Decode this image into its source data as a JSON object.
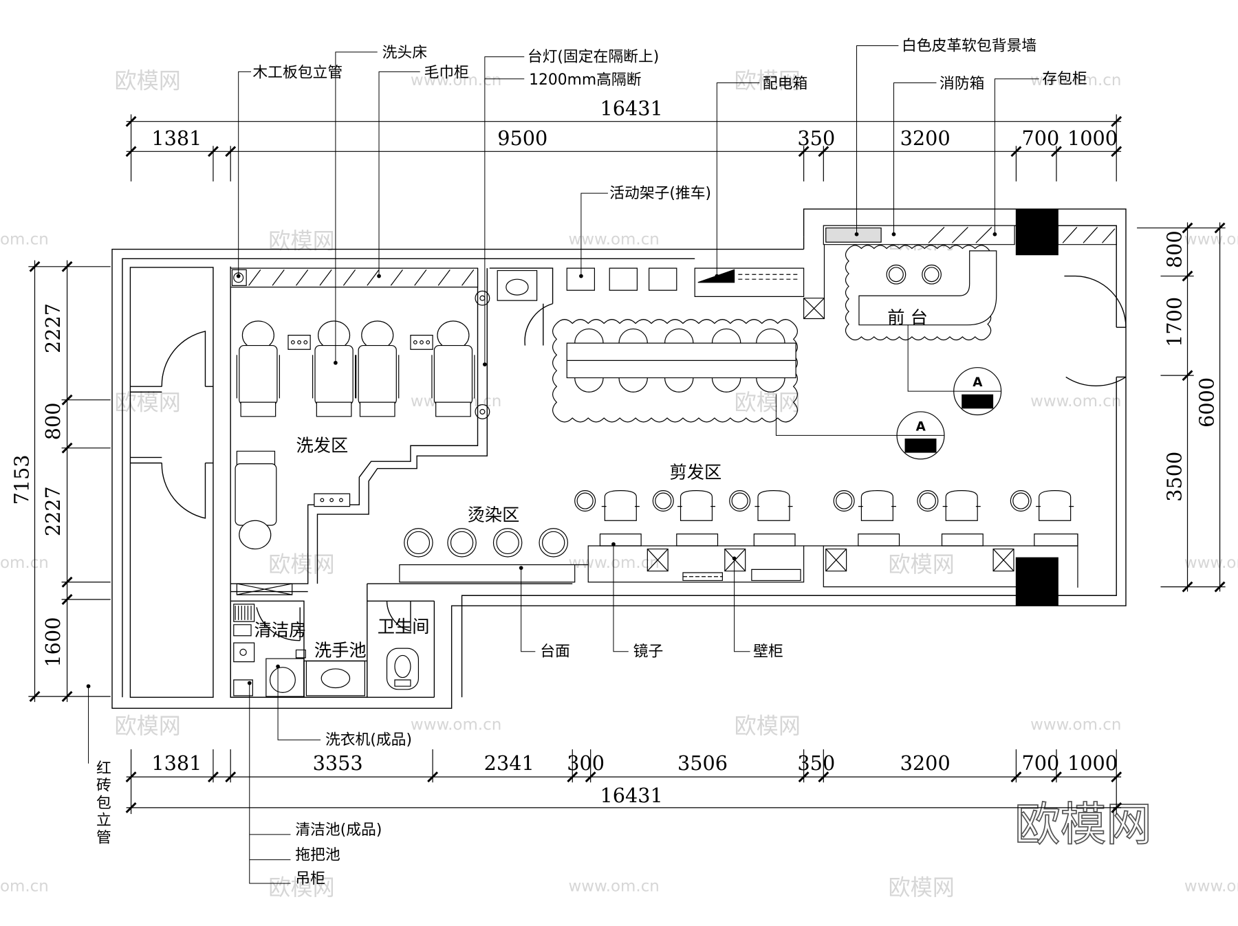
{
  "dimensions": {
    "top_total": "16431",
    "top_segments": [
      "1381",
      "9500",
      "350",
      "3200",
      "700",
      "1000"
    ],
    "bottom_segments": [
      "1381",
      "3353",
      "2341",
      "300",
      "3506",
      "350",
      "3200",
      "700",
      "1000"
    ],
    "bottom_total": "16431",
    "left_total": "7153",
    "left_segments": [
      "2227",
      "800",
      "2227",
      "1600"
    ],
    "right_total": "6000",
    "right_segments": [
      "800",
      "1700",
      "3500"
    ]
  },
  "zones": {
    "wash": "洗发区",
    "cut": "剪发区",
    "perm": "烫染区",
    "reception": "前 台",
    "cleaning": "清洁房",
    "handwash": "洗手池",
    "toilet": "卫生间"
  },
  "callouts": {
    "wood_pipe": "木工板包立管",
    "wash_bed": "洗头床",
    "towel_cabinet": "毛巾柜",
    "desk_lamp": "台灯(固定在隔断上)",
    "partition": "1200mm高隔断",
    "white_wall": "白色皮革软包背景墙",
    "distribution_box": "配电箱",
    "fire_box": "消防箱",
    "bag_cabinet": "存包柜",
    "movable_rack": "活动架子(推车)",
    "countertop": "台面",
    "mirror": "镜子",
    "wall_cabinet": "壁柜",
    "washer": "洗衣机(成品)",
    "brick_pipe": "红砖包立管",
    "clean_sink": "清洁池(成品)",
    "mop_sink": "拖把池",
    "hanging_cabinet": "吊柜"
  },
  "section_markers": {
    "label": "A"
  },
  "watermark": {
    "brand": "欧模网",
    "site": "www.om.cn",
    "short": "om.cn"
  }
}
